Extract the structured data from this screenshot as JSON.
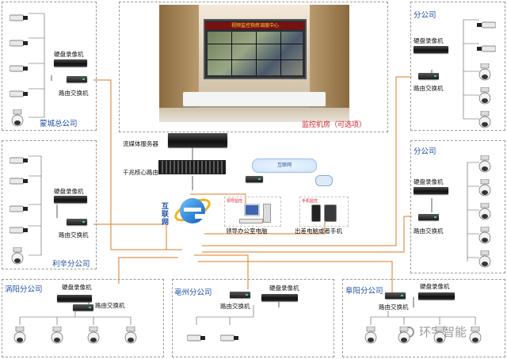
{
  "title": "",
  "center": {
    "monitor_room": "监控机房（可选项）",
    "media_server": "流媒体服务器",
    "core_router": "千兆核心路由",
    "internet": "互联网",
    "cloud": "互联网",
    "leader_pc": "领导办公室电脑",
    "mobile": "出差电脑或者手机",
    "leader_tag": "领导监控",
    "mobile_tag": "手机监控",
    "wall_banner": "视频监控指挥调度中心"
  },
  "branches": {
    "mengcheng": {
      "name": "蒙城总公司",
      "dvr": "硬盘录像机",
      "router": "路由交换机"
    },
    "lixin": {
      "name": "利辛分公司",
      "dvr": "硬盘录像机",
      "router": "路由交换机"
    },
    "right_top": {
      "name": "分公司",
      "dvr": "硬盘录像机",
      "router": "路由交换机"
    },
    "right_mid": {
      "name": "分公司",
      "dvr": "硬盘录像机",
      "router": "路由交换机"
    },
    "guoyang": {
      "name": "涡阳分公司",
      "dvr": "硬盘录像机",
      "router": "路由交换机"
    },
    "bozhou": {
      "name": "亳州分公司",
      "dvr": "硬盘录像机",
      "router": "路由交换机"
    },
    "fuyang": {
      "name": "阜阳分公司",
      "dvr": "硬盘录像机",
      "router": "路由交换机"
    }
  },
  "watermark": "环宇智能",
  "colors": {
    "link": "#e07a22",
    "branch_text": "#1f4fa5",
    "red_text": "#d2202a"
  }
}
